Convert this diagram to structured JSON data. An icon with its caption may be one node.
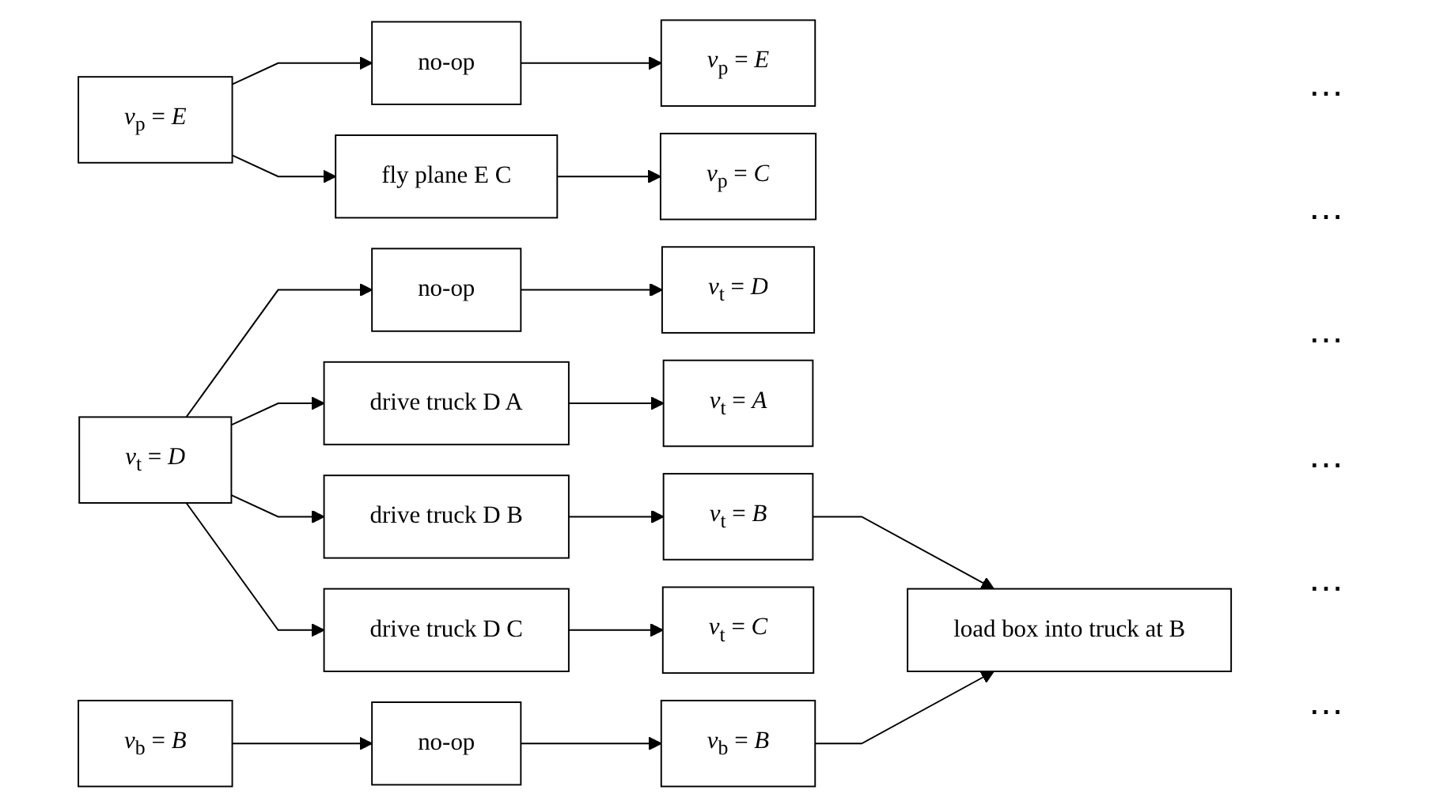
{
  "diagram": {
    "nodes": [
      {
        "text": [
          "*v*$_{p}$ = *E*"
        ]
      },
      {
        "text": [
          "no-op"
        ]
      },
      {
        "text": [
          "fly plane E C"
        ]
      },
      {
        "text": [
          "*v*$_{p}$ = *E*"
        ]
      },
      {
        "text": [
          "*v*$_{p}$ = *C*"
        ]
      },
      {
        "text": [
          "*v*$_{t}$ = *D*"
        ]
      },
      {
        "text": [
          "no-op"
        ]
      },
      {
        "text": [
          "drive truck D A"
        ]
      },
      {
        "text": [
          "drive truck D B"
        ]
      },
      {
        "text": [
          "drive truck D C"
        ]
      },
      {
        "text": [
          "*v*$_{t}$ = *D*"
        ]
      },
      {
        "text": [
          "*v*$_{t}$ = *A*"
        ]
      },
      {
        "text": [
          "*v*$_{t}$ = *B*"
        ]
      },
      {
        "text": [
          "*v*$_{t}$ = *C*"
        ]
      },
      {
        "text": [
          "*v*$_{b}$ = *B*"
        ]
      },
      {
        "text": [
          "no-op"
        ]
      },
      {
        "text": [
          "*v*$_{b}$ = *B*"
        ]
      },
      {
        "text": [
          "load box into truck at B"
        ]
      }
    ],
    "edges": [
      {
        "from": 0,
        "to": 1,
        "arrow": "to"
      },
      {
        "from": 0,
        "to": 2,
        "arrow": "to"
      },
      {
        "from": 1,
        "to": 3,
        "arrow": "to"
      },
      {
        "from": 2,
        "to": 4,
        "arrow": "to"
      },
      {
        "from": 5,
        "to": 6,
        "arrow": "to"
      },
      {
        "from": 5,
        "to": 7,
        "arrow": "to"
      },
      {
        "from": 5,
        "to": 8,
        "arrow": "to"
      },
      {
        "from": 5,
        "to": 9,
        "arrow": "to"
      },
      {
        "from": 6,
        "to": 10,
        "arrow": "to"
      },
      {
        "from": 7,
        "to": 11,
        "arrow": "to"
      },
      {
        "from": 8,
        "to": 12,
        "arrow": "to"
      },
      {
        "from": 9,
        "to": 13,
        "arrow": "to"
      },
      {
        "from": 14,
        "to": 15,
        "arrow": "to"
      },
      {
        "from": 15,
        "to": 16,
        "arrow": "to"
      },
      {
        "from": 12,
        "to": 17,
        "arrow": "to"
      },
      {
        "from": 16,
        "to": 17,
        "arrow": "to"
      }
    ],
    "labels": [
      "⋯",
      "⋯",
      "⋯",
      "⋯",
      "⋯",
      "⋯"
    ]
  }
}
